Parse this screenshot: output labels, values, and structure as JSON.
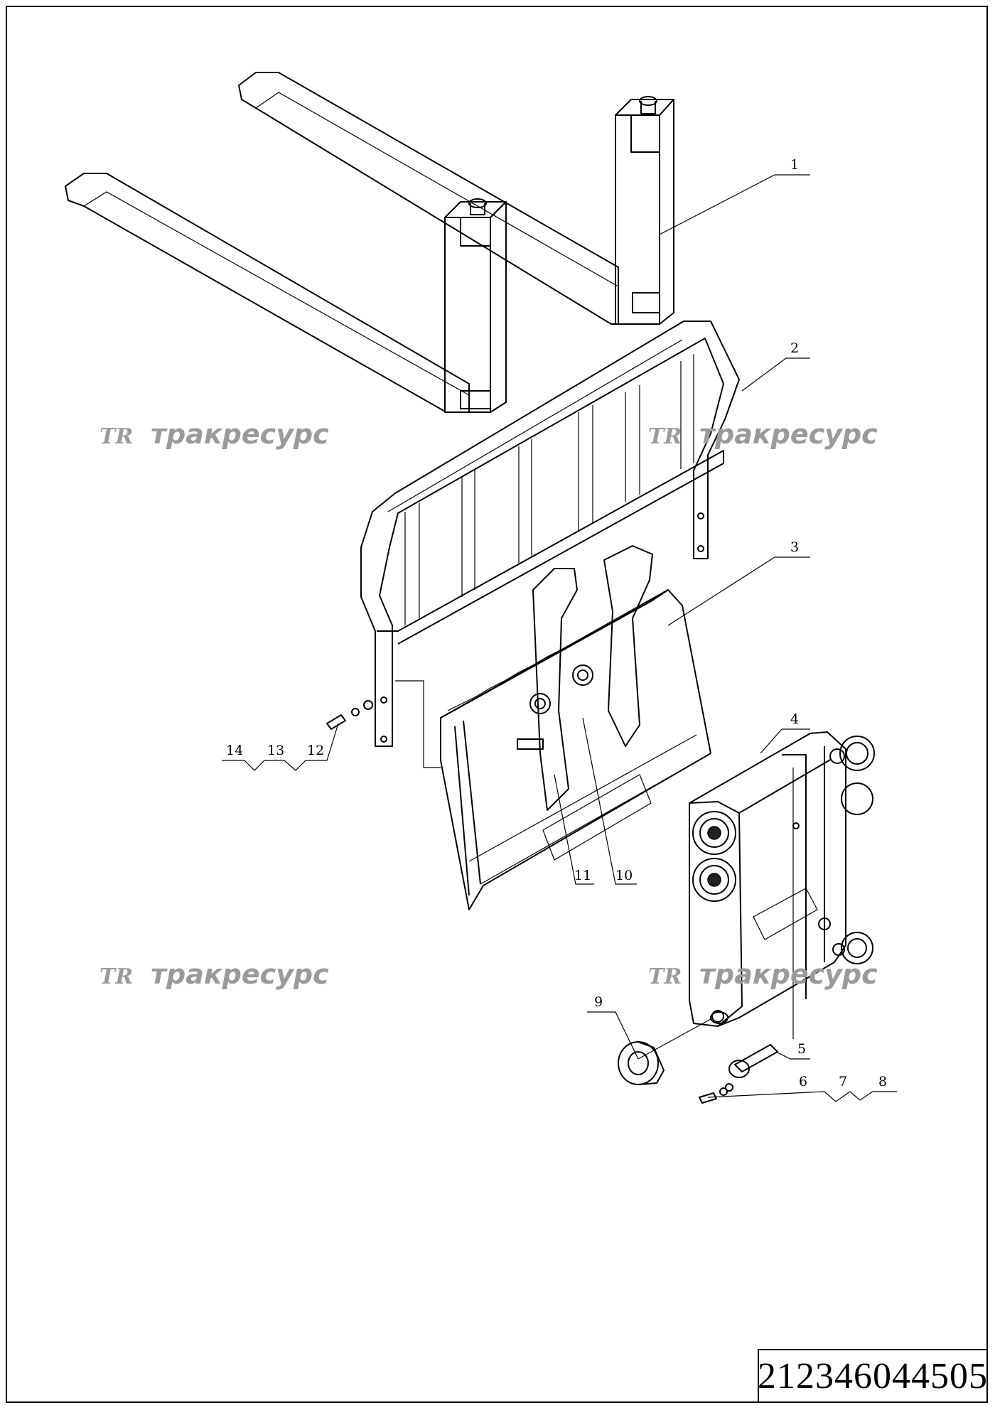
{
  "document_number": "212346044505",
  "watermark_text": "тракресурс",
  "watermark_logo": "TR",
  "callouts": [
    {
      "id": "c1",
      "label": "1"
    },
    {
      "id": "c2",
      "label": "2"
    },
    {
      "id": "c3",
      "label": "3"
    },
    {
      "id": "c4",
      "label": "4"
    },
    {
      "id": "c5",
      "label": "5"
    },
    {
      "id": "c6",
      "label": "6"
    },
    {
      "id": "c7",
      "label": "7"
    },
    {
      "id": "c8",
      "label": "8"
    },
    {
      "id": "c9",
      "label": "9"
    },
    {
      "id": "c10",
      "label": "10"
    },
    {
      "id": "c11",
      "label": "11"
    },
    {
      "id": "c12",
      "label": "12"
    },
    {
      "id": "c13",
      "label": "13"
    },
    {
      "id": "c14",
      "label": "14"
    }
  ],
  "colors": {
    "line": "#000000",
    "watermark": "#9a9a9a",
    "background": "#ffffff"
  }
}
